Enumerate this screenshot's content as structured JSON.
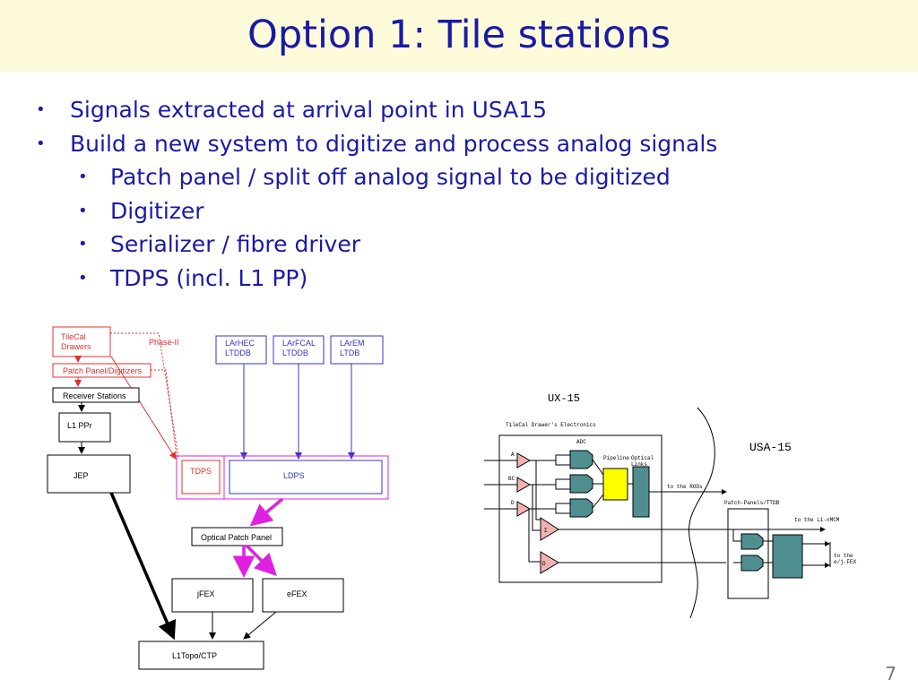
{
  "title": "Option 1: Tile stations",
  "bullets": [
    {
      "level": 1,
      "text": "Signals extracted at arrival point in USA15"
    },
    {
      "level": 1,
      "text": "Build a new system to digitize and process analog signals"
    },
    {
      "level": 2,
      "text": "Patch panel / split off analog signal to be digitized"
    },
    {
      "level": 2,
      "text": "Digitizer"
    },
    {
      "level": 2,
      "text": "Serializer / fibre driver"
    },
    {
      "level": 2,
      "text": "TDPS (incl. L1 PP)"
    }
  ],
  "bullet_glyph": "•",
  "left_diagram": {
    "tilecal_drawers": "TileCal\nDrawers",
    "phase2": "Phase-II",
    "patch_panel_digitizers": "Patch Panel/Digitizers",
    "receiver_stations": "Receiver Stations",
    "l1_ppr": "L1 PPr",
    "jep": "JEP",
    "larhec": "LArHEC\nLTDDB",
    "larfcal": "LArFCAL\nLTDDB",
    "larem": "LArEM\nLTDB",
    "tdps": "TDPS",
    "ldps": "LDPS",
    "optical_patch_panel": "Optical Patch Panel",
    "jfex": "jFEX",
    "efex": "eFEX",
    "l1topo_ctp": "L1Topo/CTP",
    "colors": {
      "red": "#e03030",
      "blue": "#3535c8",
      "magenta": "#e020e0",
      "black": "#000000"
    }
  },
  "right_diagram": {
    "ux15": "UX-15",
    "usa15": "USA-15",
    "drawer_electronics": "TileCal Drawer's Electronics",
    "adc": "ADC",
    "pipeline": "Pipeline",
    "optical_links": "Optical\nLinks",
    "to_rods": "to the RODs",
    "patch_panels_ttdb": "Patch-Panels/TTDB",
    "to_l1_mcm": "to the L1-nMCM",
    "to_fex": "to the\ne/j-FEX",
    "ch_a": "A",
    "ch_bc": "BC",
    "ch_d": "D",
    "sum_sigma": "Σ",
    "sum_d": "D",
    "colors": {
      "teal": "#4f8f8f",
      "pink": "#f2b2b2",
      "yellow": "#ffff00"
    }
  },
  "page_number": "7"
}
